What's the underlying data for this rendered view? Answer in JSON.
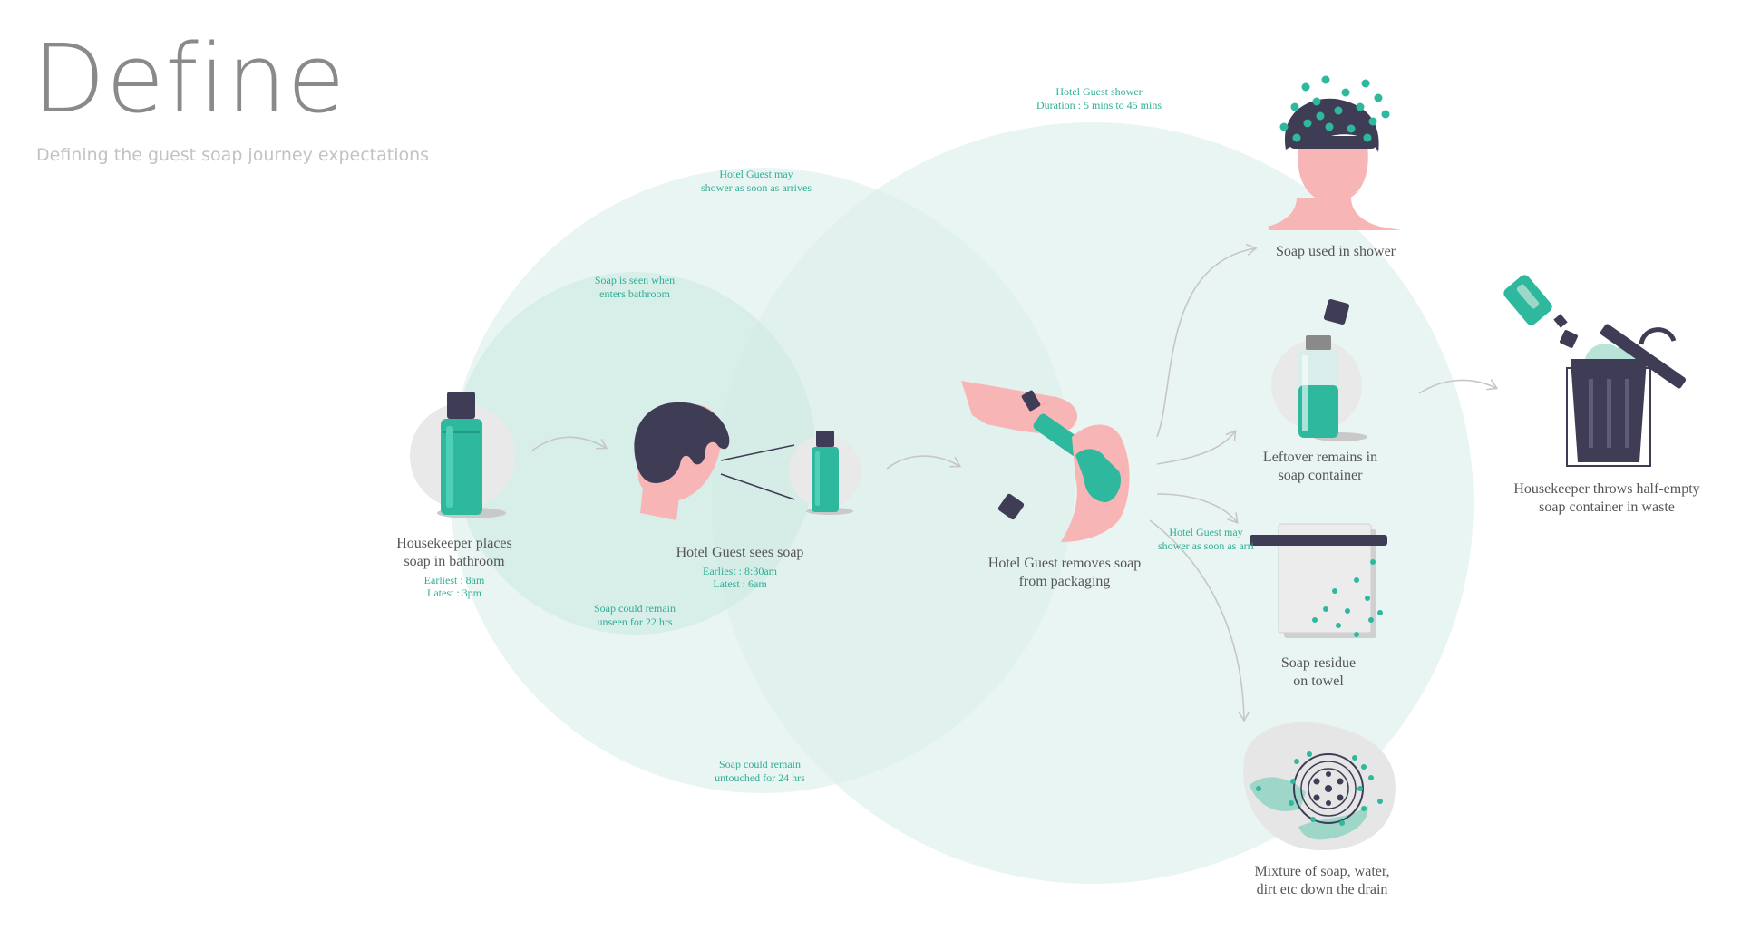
{
  "header": {
    "title": "Define",
    "subtitle": "Defining the guest soap journey expectations"
  },
  "colors": {
    "teal": "#2eb89d",
    "teal_dark": "#1f9c83",
    "navy": "#3f3d56",
    "pink": "#f7b5b6",
    "circle_fill": "#dcefea",
    "annotation": "#2fae95",
    "label": "#555555",
    "arrow": "#c6c6c6"
  },
  "annotations": {
    "shower_duration": [
      "Hotel Guest shower",
      "Duration :  5 mins to 45 mins"
    ],
    "shower_on_arrival": [
      "Hotel Guest may",
      "shower as soon as arrives"
    ],
    "seen_on_enter": [
      "Soap is seen when",
      "enters bathroom"
    ],
    "unseen_22": [
      "Soap could remain",
      "unseen for 22 hrs"
    ],
    "untouched_24": [
      "Soap could remain",
      "untouched for 24 hrs"
    ],
    "shower_on_arrival_2": [
      "Hotel Guest may",
      "shower as soon as arri"
    ]
  },
  "steps": {
    "place": {
      "label": [
        "Housekeeper places",
        "soap in bathroom"
      ],
      "times": [
        "Earliest : 8am",
        "Latest : 3pm"
      ]
    },
    "sees": {
      "label": [
        "Hotel Guest sees soap"
      ],
      "times": [
        "Earliest : 8:30am",
        "Latest : 6am"
      ]
    },
    "removes": {
      "label": [
        "Hotel Guest removes soap",
        "from packaging"
      ]
    },
    "shower": {
      "label": [
        "Soap used in shower"
      ]
    },
    "leftover": {
      "label": [
        "Leftover remains in",
        "soap container"
      ]
    },
    "towel": {
      "label": [
        "Soap residue",
        "on towel"
      ]
    },
    "drain": {
      "label": [
        "Mixture of soap, water,",
        "dirt etc down the drain"
      ]
    },
    "waste": {
      "label": [
        "Housekeeper throws half-empty",
        "soap container in waste"
      ]
    }
  }
}
